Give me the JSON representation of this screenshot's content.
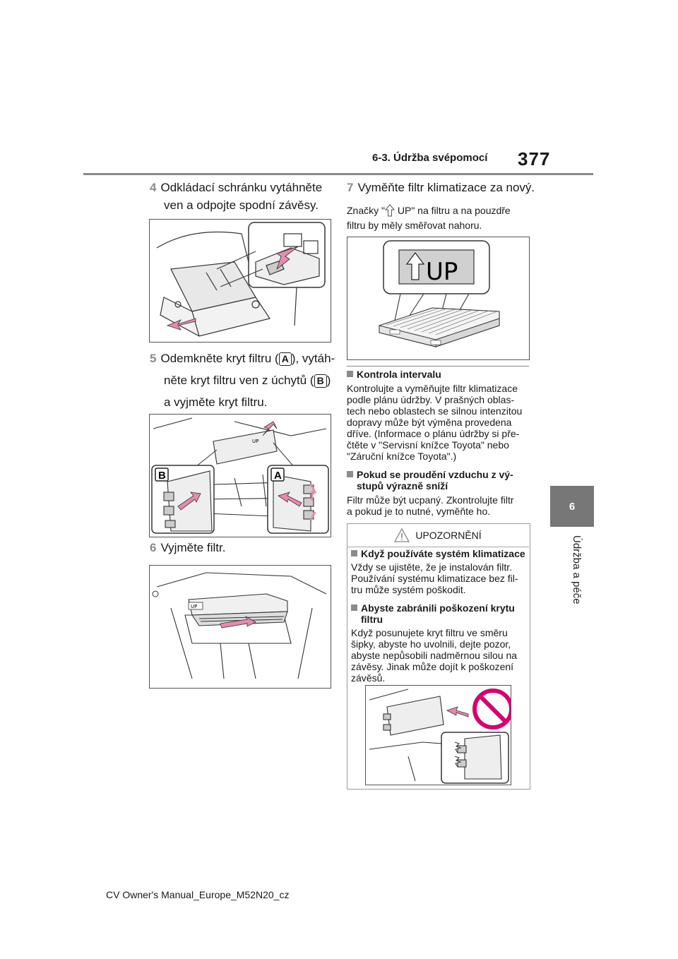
{
  "header": {
    "section": "6-3. Údržba svépomocí",
    "page_number": "377"
  },
  "chapter": {
    "number": "6",
    "title": "Údržba a péče"
  },
  "left": {
    "step4": {
      "num": "4",
      "line1": "Odkládací schránku vytáhněte",
      "line2": "ven a odpojte spodní závěsy."
    },
    "step5": {
      "num": "5",
      "line1a": "Odemkněte kryt filtru (",
      "label_a": "A",
      "line1b": "), vytáh-",
      "line2a": "něte kryt filtru ven z úchytů (",
      "label_b": "B",
      "line2b": ")",
      "line3": "a vyjměte kryt filtru."
    },
    "fig2_labels": {
      "b": "B",
      "a": "A"
    },
    "step6": {
      "num": "6",
      "text": "Vyjměte filtr."
    },
    "fig3_label": "UP"
  },
  "right": {
    "step7": {
      "num": "7",
      "text": "Vyměňte filtr klimatizace za nový."
    },
    "note_line1a": "Značky \"",
    "note_line1b": " UP\" na filtru a na pouzdře",
    "note_line2": "filtru by měly směřovat nahoru.",
    "fig_up_label": "UP",
    "section1": {
      "title": "Kontrola intervalu",
      "lines": [
        "Kontrolujte a vyměňujte filtr klimatizace",
        "podle plánu údržby. V prašných oblas-",
        "tech nebo oblastech se silnou intenzitou",
        "dopravy může být výměna provedena",
        "dříve. (Informace o plánu údržby si pře-",
        "čtěte v \"Servisní knížce Toyota\" nebo",
        "\"Záruční knížce Toyota\".)"
      ]
    },
    "section2": {
      "title_l1": "Pokud se proudění vzduchu z vý-",
      "title_l2": "stupů výrazně sníží",
      "lines": [
        "Filtr může být ucpaný. Zkontrolujte filtr",
        "a pokud je to nutné, vyměňte ho."
      ]
    },
    "warning": {
      "title": "UPOZORNĚNÍ",
      "item1": {
        "title": "Když používáte systém klimatizace",
        "lines": [
          "Vždy se ujistěte, že je instalován filtr.",
          "Používání systému klimatizace bez fil-",
          "tru může systém poškodit."
        ]
      },
      "item2": {
        "title_l1": "Abyste zabránili poškození krytu",
        "title_l2": "filtru",
        "lines": [
          "Když posunujete kryt filtru ve směru",
          "šipky, abyste ho uvolnili, dejte pozor,",
          "abyste nepůsobili nadměrnou silou na",
          "závěsy. Jinak může dojít k poškození",
          "závěsů."
        ]
      }
    }
  },
  "footer": {
    "text": "CV Owner's Manual_Europe_M52N20_cz"
  },
  "colors": {
    "accent_gray": "#8c8c8c",
    "arrow_pink": "#e58ab0",
    "prohibit_magenta": "#d6006f"
  }
}
